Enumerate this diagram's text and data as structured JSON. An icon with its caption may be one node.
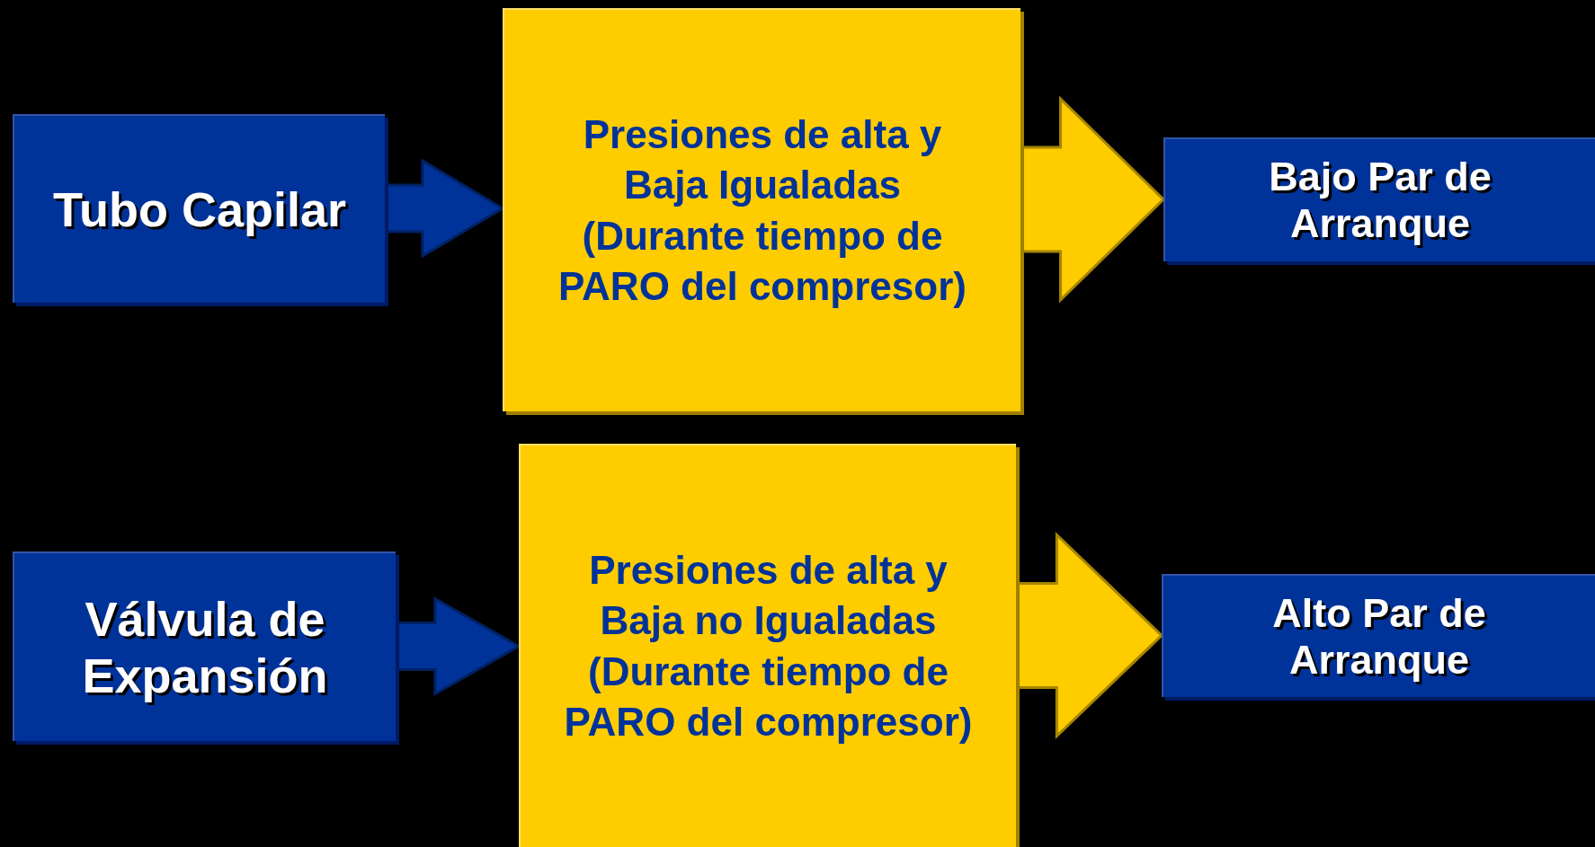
{
  "diagram": {
    "nodes": [
      {
        "text": [
          "Tubo Capilar"
        ]
      },
      {
        "text": [
          "Presiones de alta y Baja Igualadas (Durante tiempo de PARO del compresor)"
        ]
      },
      {
        "text": [
          "Bajo Par de Arranque"
        ]
      },
      {
        "text": [
          "Válvula de Expansión"
        ]
      },
      {
        "text": [
          "Presiones de alta y Baja no Igualadas (Durante tiempo de PARO del compresor)"
        ]
      },
      {
        "text": [
          "Alto Par de Arranque"
        ]
      }
    ],
    "edges": [
      {
        "from": 0,
        "to": 1,
        "arrow": "to",
        "style": "thick",
        "color": "#003399"
      },
      {
        "from": 1,
        "to": 2,
        "arrow": "to",
        "style": "thick",
        "color": "#ffcc00"
      },
      {
        "from": 3,
        "to": 4,
        "arrow": "to",
        "style": "thick",
        "color": "#003399"
      },
      {
        "from": 4,
        "to": 5,
        "arrow": "to",
        "style": "thick",
        "color": "#ffcc00"
      }
    ]
  }
}
